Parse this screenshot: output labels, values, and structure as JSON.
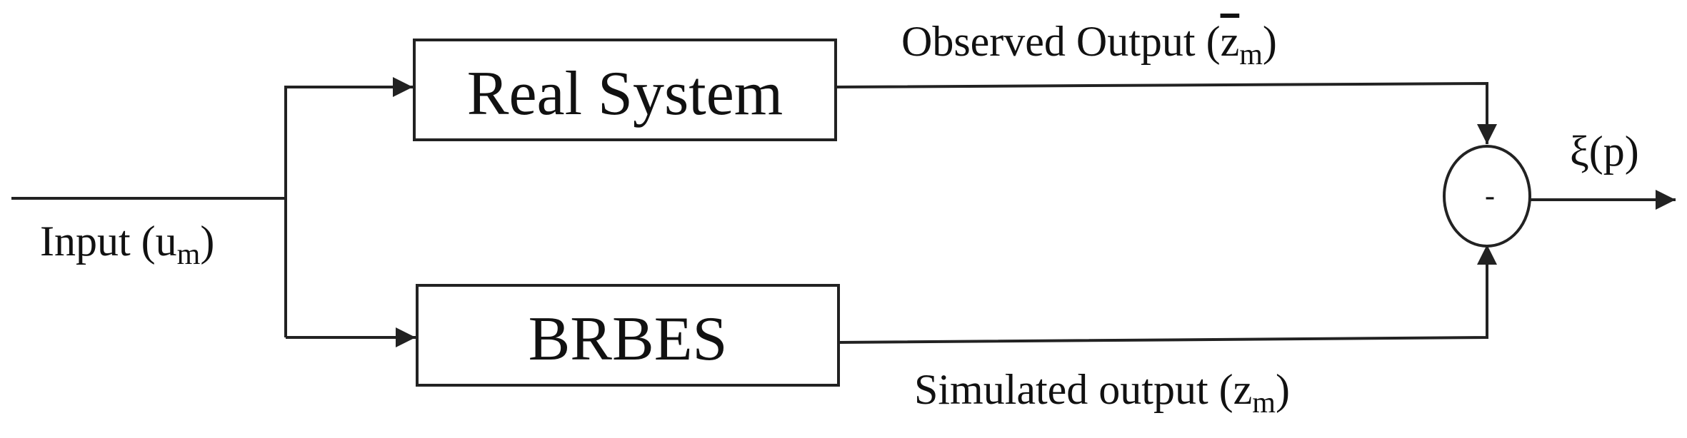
{
  "blocks": {
    "real_system": "Real System",
    "brbes": "BRBES"
  },
  "labels": {
    "input": {
      "text": "Input (u",
      "sub": "m",
      "close": ")"
    },
    "observed": {
      "text": "Observed Output (",
      "var": "z",
      "sub": "m",
      "close": ")"
    },
    "simulated": {
      "text": "Simulated output (",
      "var": "z",
      "sub": "m",
      "close": ")"
    },
    "error": "ξ(p)"
  },
  "comparator": {
    "sign": "-"
  },
  "colors": {
    "line": "#222222",
    "text": "#111111",
    "background": "#ffffff"
  }
}
